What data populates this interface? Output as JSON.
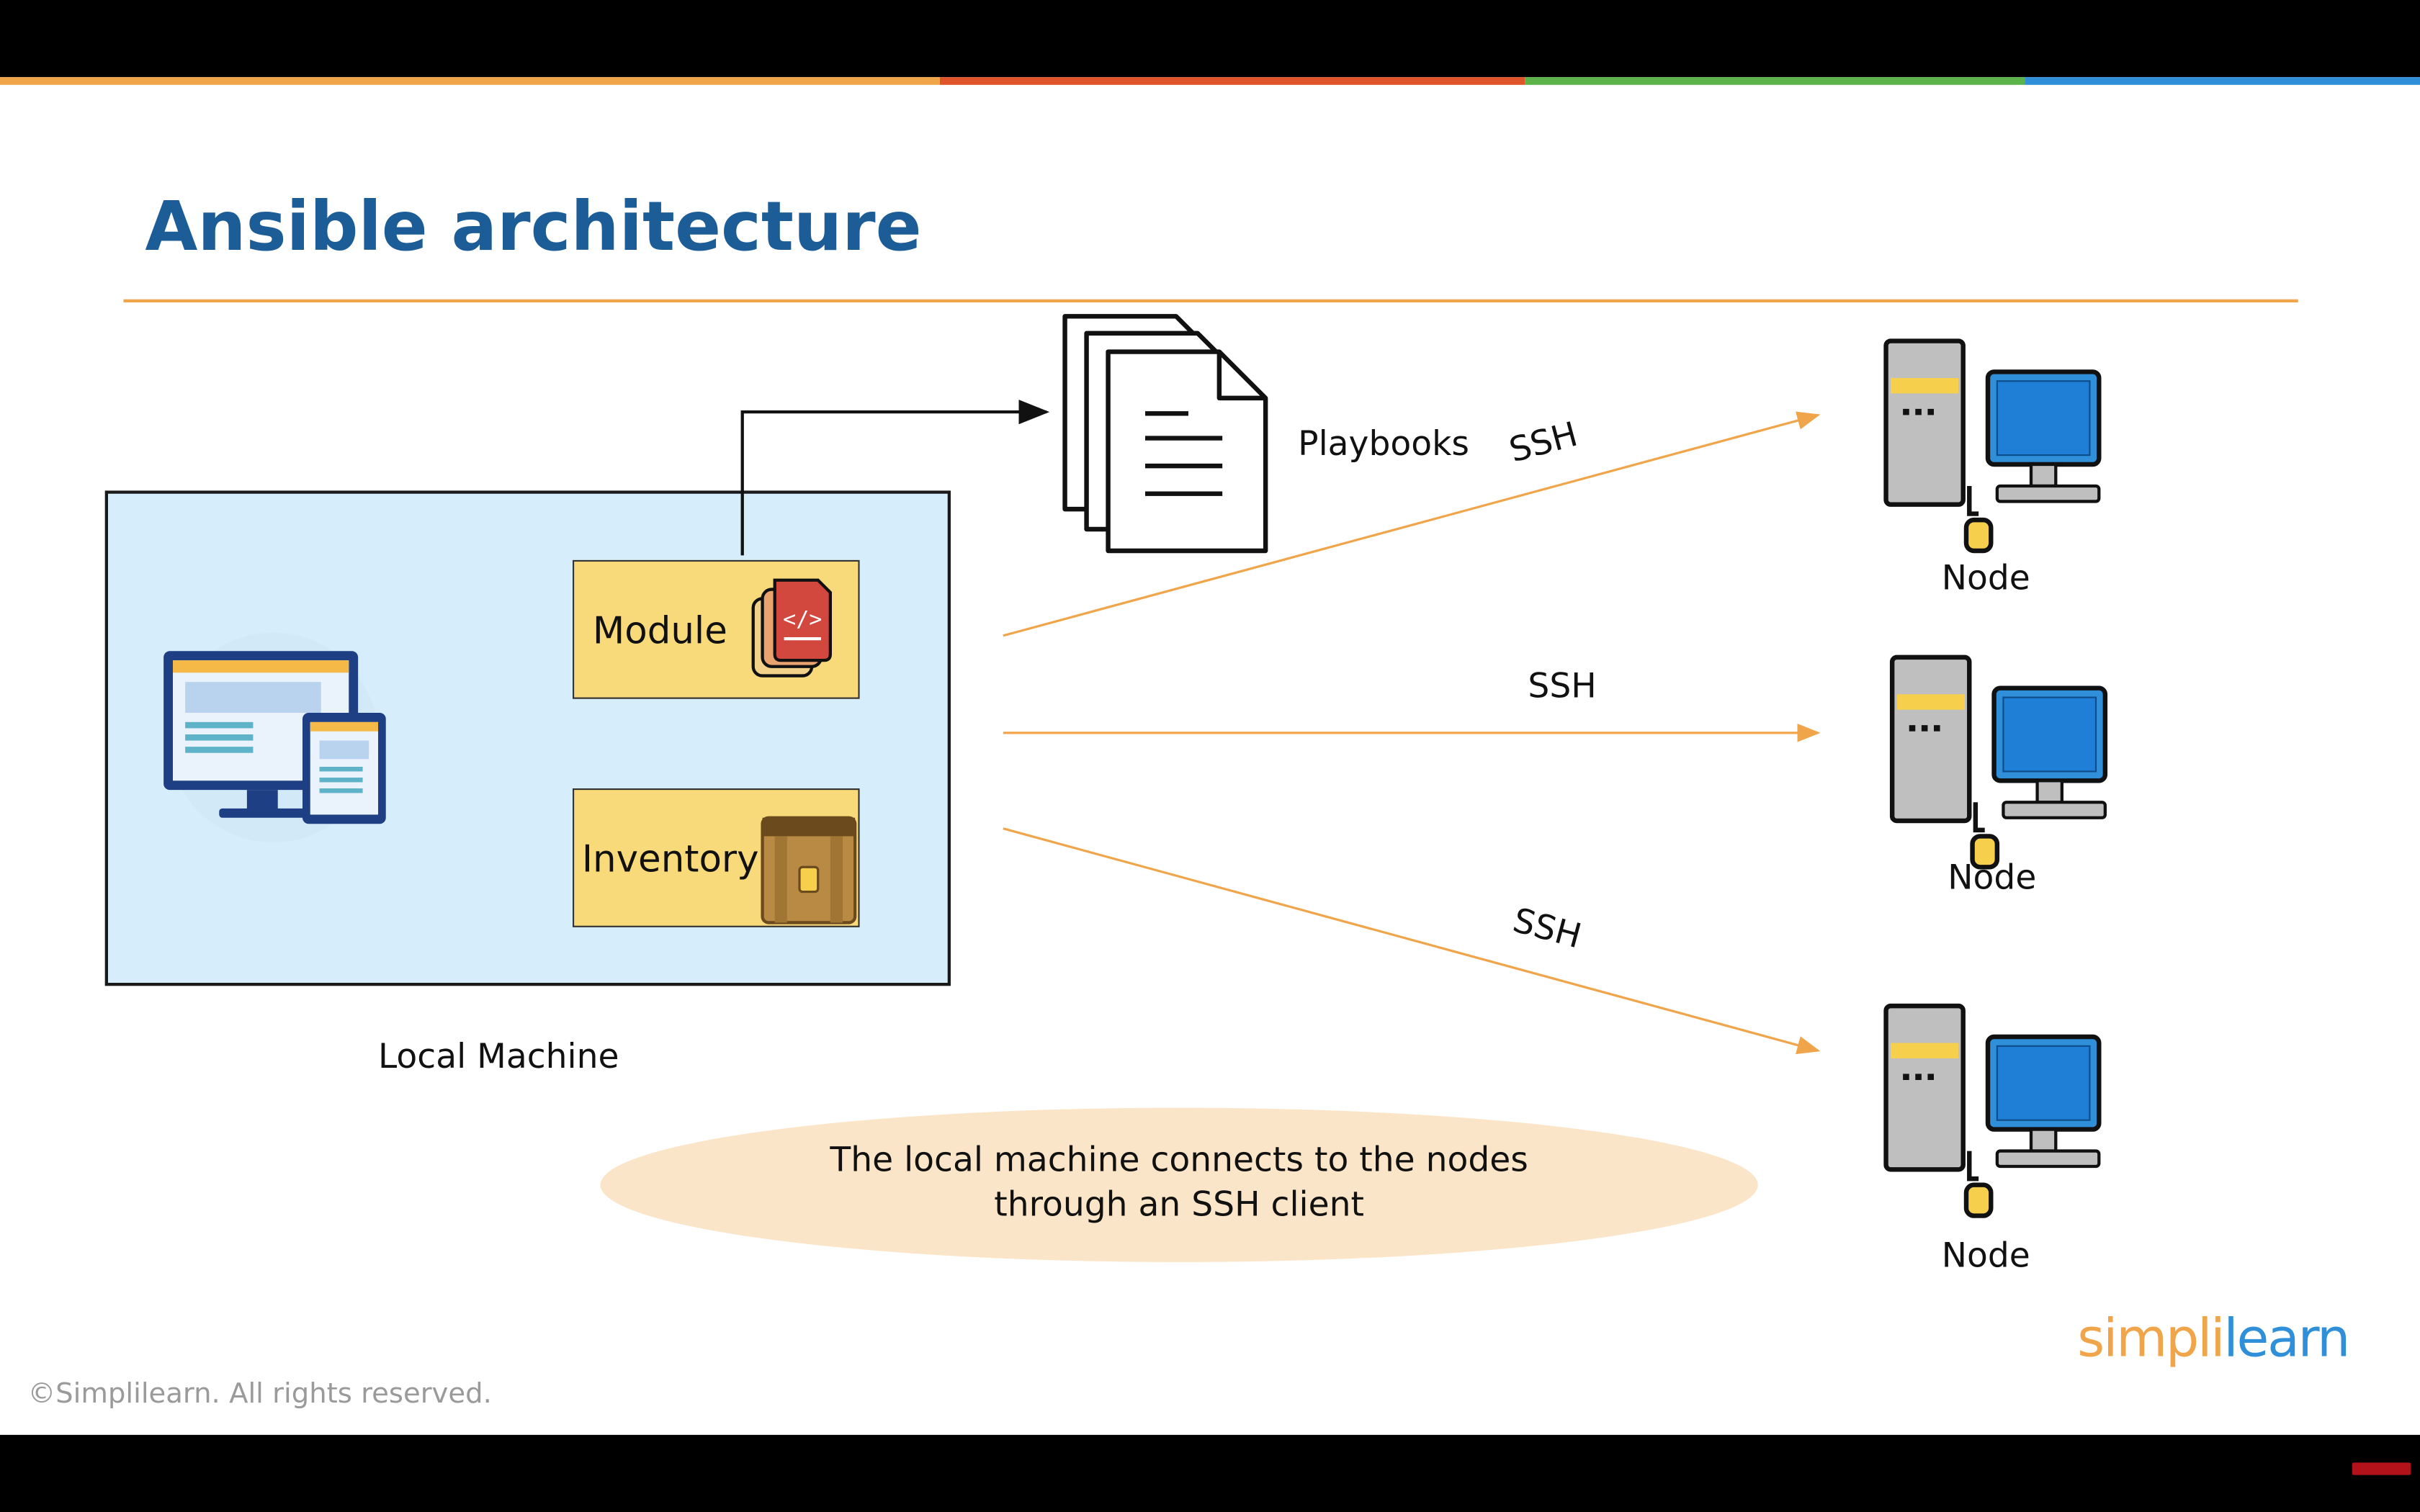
{
  "slide": {
    "title": "Ansible architecture",
    "copyright": "©Simplilearn. All rights reserved.",
    "logo_text": "simplilearn",
    "colors": {
      "title": "#1d5d97",
      "accent_orange": "#f0a54a",
      "local_box_fill": "#d6eefb",
      "component_fill": "#f8da7a",
      "callout_fill": "#fbe5c8",
      "stripe": [
        "#f0a54a",
        "#e0542a",
        "#5cb34a",
        "#2f8fd8"
      ]
    }
  },
  "diagram": {
    "local_machine": {
      "label": "Local Machine",
      "components": [
        {
          "label": "Module",
          "icon": "code-file-icon"
        },
        {
          "label": "Inventory",
          "icon": "briefcase-icon"
        }
      ],
      "icon": "desktop-tablet-icon"
    },
    "playbooks": {
      "label": "Playbooks",
      "icon": "documents-stack-icon"
    },
    "connections": [
      {
        "label": "SSH",
        "target": "Node"
      },
      {
        "label": "SSH",
        "target": "Node"
      },
      {
        "label": "SSH",
        "target": "Node"
      }
    ],
    "nodes": [
      {
        "label": "Node",
        "icon": "computer-icon"
      },
      {
        "label": "Node",
        "icon": "computer-icon"
      },
      {
        "label": "Node",
        "icon": "computer-icon"
      }
    ],
    "callout": "The local machine connects to the nodes through an SSH client"
  }
}
